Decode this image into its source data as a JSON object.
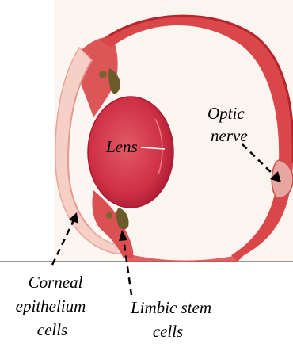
{
  "figure": {
    "labels": {
      "lens": "Lens",
      "optic_line1": "Optic",
      "optic_line2": "nerve",
      "corneal_line1": "Corneal",
      "corneal_line2": "epithelium",
      "corneal_line3": "cells",
      "limbic_line1": "Limbic stem",
      "limbic_line2": "cells"
    },
    "colors": {
      "tissue_red": "#d9474a",
      "tissue_dark": "#b5252b",
      "lens_center": "#d6384c",
      "lens_edge": "#b82038",
      "cornea_fill": "#f6cfc6",
      "pigment": "#6b5a2a",
      "background": "#ffffff"
    }
  }
}
